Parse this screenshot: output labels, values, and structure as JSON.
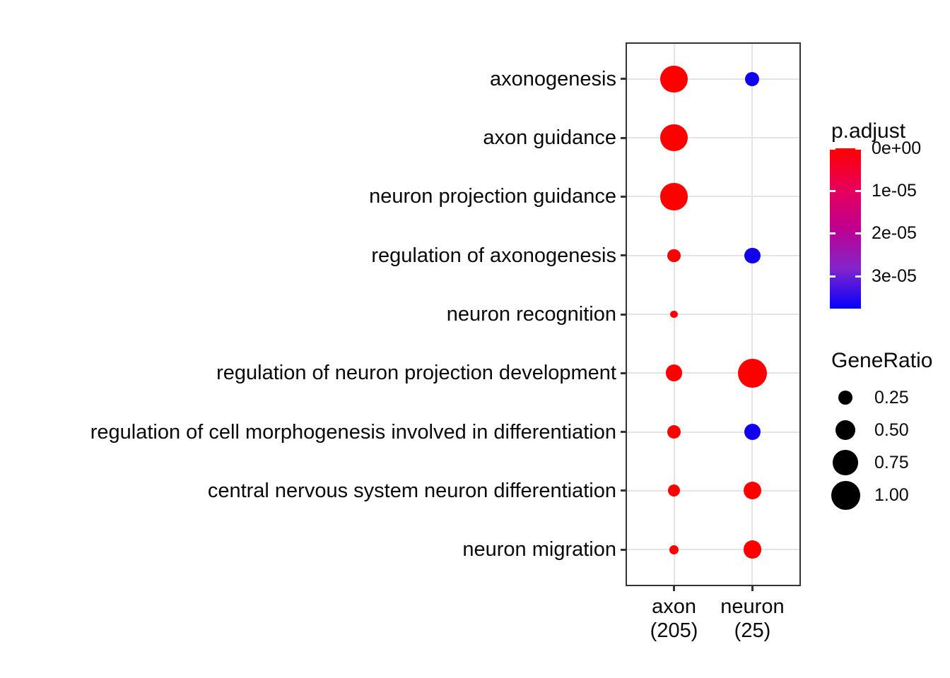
{
  "chart_data": {
    "type": "scatter",
    "subtype": "go-enrichment-dotplot",
    "title": "",
    "x_categories": [
      {
        "label": "axon",
        "sublabel": "(205)"
      },
      {
        "label": "neuron",
        "sublabel": "(25)"
      }
    ],
    "y_categories": [
      "axonogenesis",
      "axon guidance",
      "neuron projection guidance",
      "regulation of axonogenesis",
      "neuron recognition",
      "regulation of neuron projection development",
      "regulation of cell morphogenesis involved in differentiation",
      "central nervous system neuron differentiation",
      "neuron migration"
    ],
    "points": [
      {
        "term": "axonogenesis",
        "cluster": "axon",
        "gene_ratio": 0.87,
        "p_adjust": 0
      },
      {
        "term": "axonogenesis",
        "cluster": "neuron",
        "gene_ratio": 0.24,
        "p_adjust": 3.5e-05
      },
      {
        "term": "axon guidance",
        "cluster": "axon",
        "gene_ratio": 0.87,
        "p_adjust": 0
      },
      {
        "term": "neuron projection guidance",
        "cluster": "axon",
        "gene_ratio": 0.87,
        "p_adjust": 0
      },
      {
        "term": "regulation of axonogenesis",
        "cluster": "axon",
        "gene_ratio": 0.2,
        "p_adjust": 0
      },
      {
        "term": "regulation of axonogenesis",
        "cluster": "neuron",
        "gene_ratio": 0.3,
        "p_adjust": 3.5e-05
      },
      {
        "term": "neuron recognition",
        "cluster": "axon",
        "gene_ratio": 0.07,
        "p_adjust": 0
      },
      {
        "term": "regulation of neuron projection development",
        "cluster": "axon",
        "gene_ratio": 0.33,
        "p_adjust": 0
      },
      {
        "term": "regulation of neuron projection development",
        "cluster": "neuron",
        "gene_ratio": 1.0,
        "p_adjust": 0
      },
      {
        "term": "regulation of cell morphogenesis involved in differentiation",
        "cluster": "axon",
        "gene_ratio": 0.23,
        "p_adjust": 0
      },
      {
        "term": "regulation of cell morphogenesis involved in differentiation",
        "cluster": "neuron",
        "gene_ratio": 0.33,
        "p_adjust": 3.5e-05
      },
      {
        "term": "central nervous system neuron differentiation",
        "cluster": "axon",
        "gene_ratio": 0.18,
        "p_adjust": 0
      },
      {
        "term": "central nervous system neuron differentiation",
        "cluster": "neuron",
        "gene_ratio": 0.38,
        "p_adjust": 0
      },
      {
        "term": "neuron migration",
        "cluster": "axon",
        "gene_ratio": 0.1,
        "p_adjust": 0
      },
      {
        "term": "neuron migration",
        "cluster": "neuron",
        "gene_ratio": 0.38,
        "p_adjust": 0
      }
    ],
    "color_scale": {
      "title": "p.adjust",
      "low_color": "#FF0000",
      "high_color": "#0000FF",
      "max": 3.77e-05,
      "ticks": [
        {
          "label": "0e+00",
          "value": 0
        },
        {
          "label": "1e-05",
          "value": 1e-05
        },
        {
          "label": "2e-05",
          "value": 2e-05
        },
        {
          "label": "3e-05",
          "value": 3e-05
        }
      ]
    },
    "size_scale": {
      "title": "GeneRatio",
      "breaks": [
        {
          "label": "0.25",
          "value": 0.25
        },
        {
          "label": "0.50",
          "value": 0.5
        },
        {
          "label": "0.75",
          "value": 0.75
        },
        {
          "label": "1.00",
          "value": 1.0
        }
      ]
    },
    "grid": true,
    "legend_position": "right"
  }
}
